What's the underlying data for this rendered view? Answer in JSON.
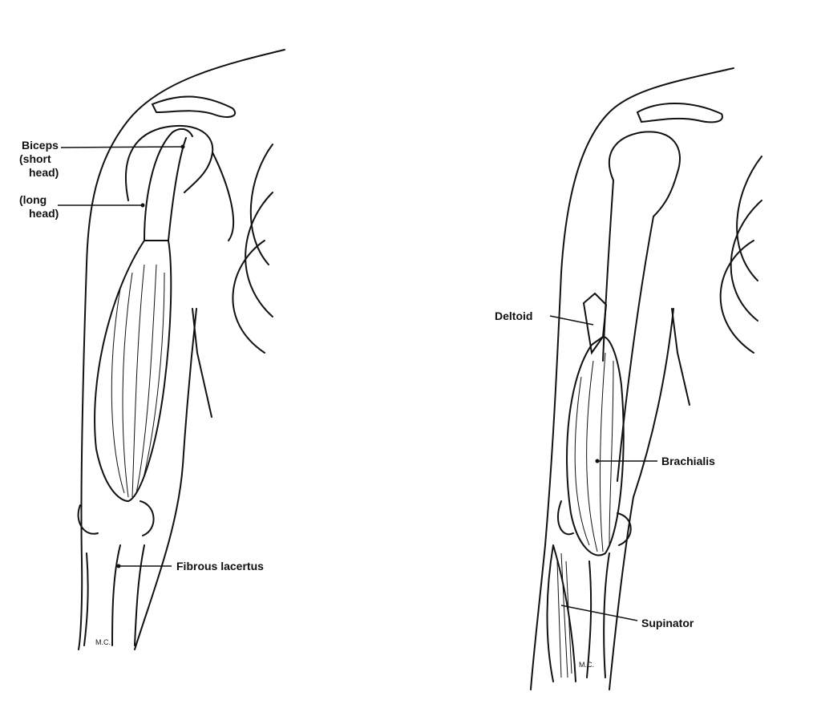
{
  "left_figure": {
    "labels": {
      "biceps_line1": "Biceps",
      "biceps_line2": "(short",
      "biceps_line3": "head)",
      "long_line1": "(long",
      "long_line2": "head)",
      "fibrous": "Fibrous lacertus"
    },
    "signature": "M.C."
  },
  "right_figure": {
    "labels": {
      "deltoid": "Deltoid",
      "brachialis": "Brachialis",
      "supinator": "Supinator"
    },
    "signature": "M.C."
  },
  "colors": {
    "ink": "#111111",
    "background": "#ffffff"
  }
}
